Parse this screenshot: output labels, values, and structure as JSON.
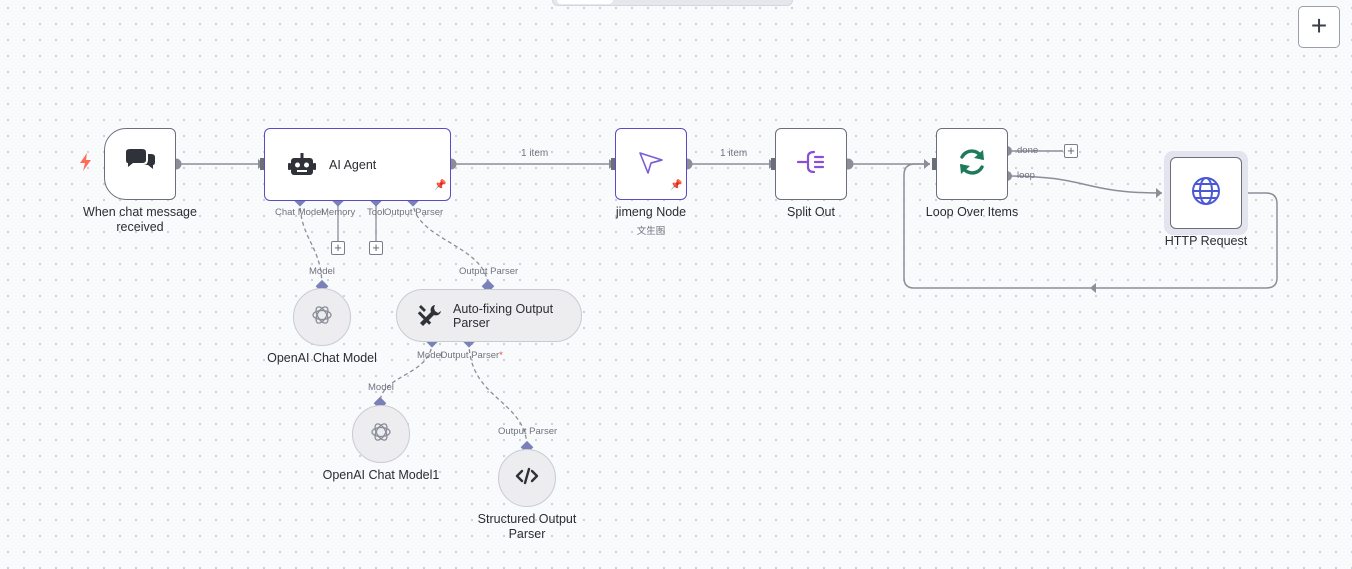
{
  "toolbar": {
    "add_node_label": "+"
  },
  "nodes": {
    "chat_trigger": {
      "label": "When chat message received",
      "icon": "chat-bubbles-icon"
    },
    "ai_agent": {
      "label": "AI Agent",
      "icon": "robot-icon",
      "ports": {
        "chat_model": "Chat Model",
        "memory": "Memory",
        "tool": "Tool",
        "output_parser": "Output Parser"
      }
    },
    "jimeng": {
      "label": "jimeng Node",
      "subtitle": "文生图",
      "icon": "paper-plane-icon"
    },
    "split_out": {
      "label": "Split Out",
      "icon": "split-out-icon"
    },
    "loop": {
      "label": "Loop Over Items",
      "icon": "refresh-arrows-icon",
      "ports": {
        "done": "done",
        "loop": "loop"
      }
    },
    "http": {
      "label": "HTTP Request",
      "icon": "globe-icon"
    },
    "openai_chat_model": {
      "label": "OpenAI Chat Model",
      "port": "Model",
      "icon": "openai-icon"
    },
    "autofix": {
      "label": "Auto-fixing Output Parser",
      "top_port": "Output Parser",
      "icon": "tools-icon",
      "ports": {
        "model": "Model",
        "output_parser": "Output Parser"
      }
    },
    "openai_chat_model1": {
      "label": "OpenAI Chat Model1",
      "port": "Model",
      "icon": "openai-icon"
    },
    "structured": {
      "label": "Structured Output Parser",
      "port": "Output Parser",
      "icon": "code-icon"
    }
  },
  "edges": {
    "agent_to_jimeng": "1 item",
    "jimeng_to_split": "1 item"
  },
  "colors": {
    "selected_border": "#5b4bc4",
    "agent_connector": "#7a80b8",
    "loop_icon": "#1d7a5c",
    "globe_icon": "#4a58d6",
    "trigger_bolt": "#ff6d5a"
  }
}
